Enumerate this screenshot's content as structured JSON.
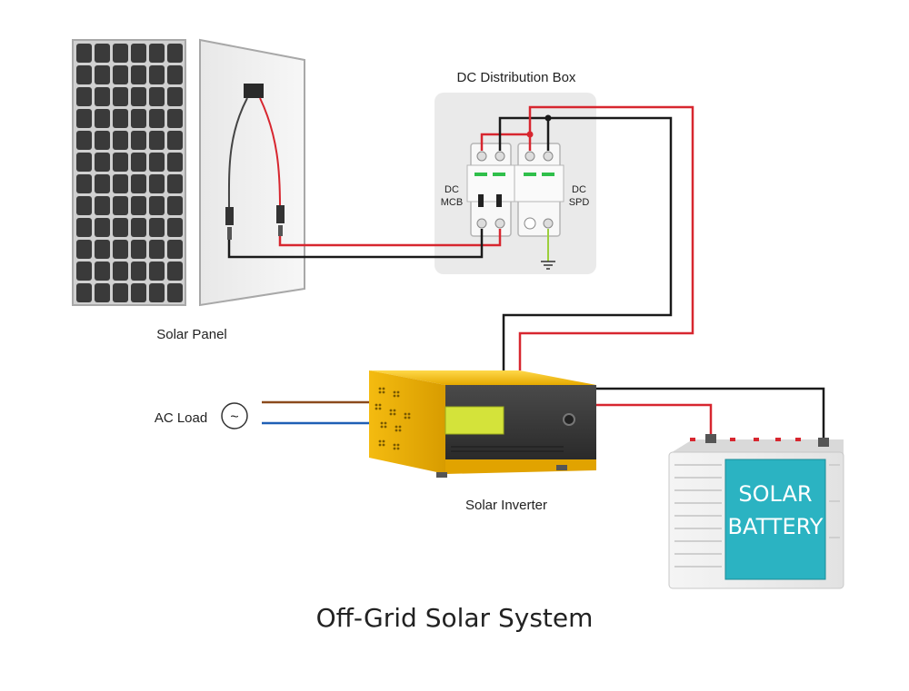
{
  "title": "Off-Grid Solar System",
  "solar_panel": {
    "label": "Solar Panel"
  },
  "dc_box": {
    "label": "DC Distribution Box",
    "mcb_label_line1": "DC",
    "mcb_label_line2": "MCB",
    "spd_label_line1": "DC",
    "spd_label_line2": "SPD"
  },
  "inverter": {
    "label": "Solar Inverter"
  },
  "ac_load": {
    "label": "AC Load",
    "symbol": "~"
  },
  "battery": {
    "line1": "SOLAR",
    "line2": "BATTERY"
  },
  "colors": {
    "positive_wire": "#d7262f",
    "negative_wire": "#1a1a1a",
    "ac_live_wire": "#8b4a1c",
    "ac_neutral_wire": "#1f5fb5",
    "ground_wire": "#9ccf3b",
    "inverter_body": "#f2b705",
    "inverter_screen": "#d4e33a",
    "battery_label_bg": "#2bb3c2",
    "panel_cell": "#3a3a3a"
  }
}
